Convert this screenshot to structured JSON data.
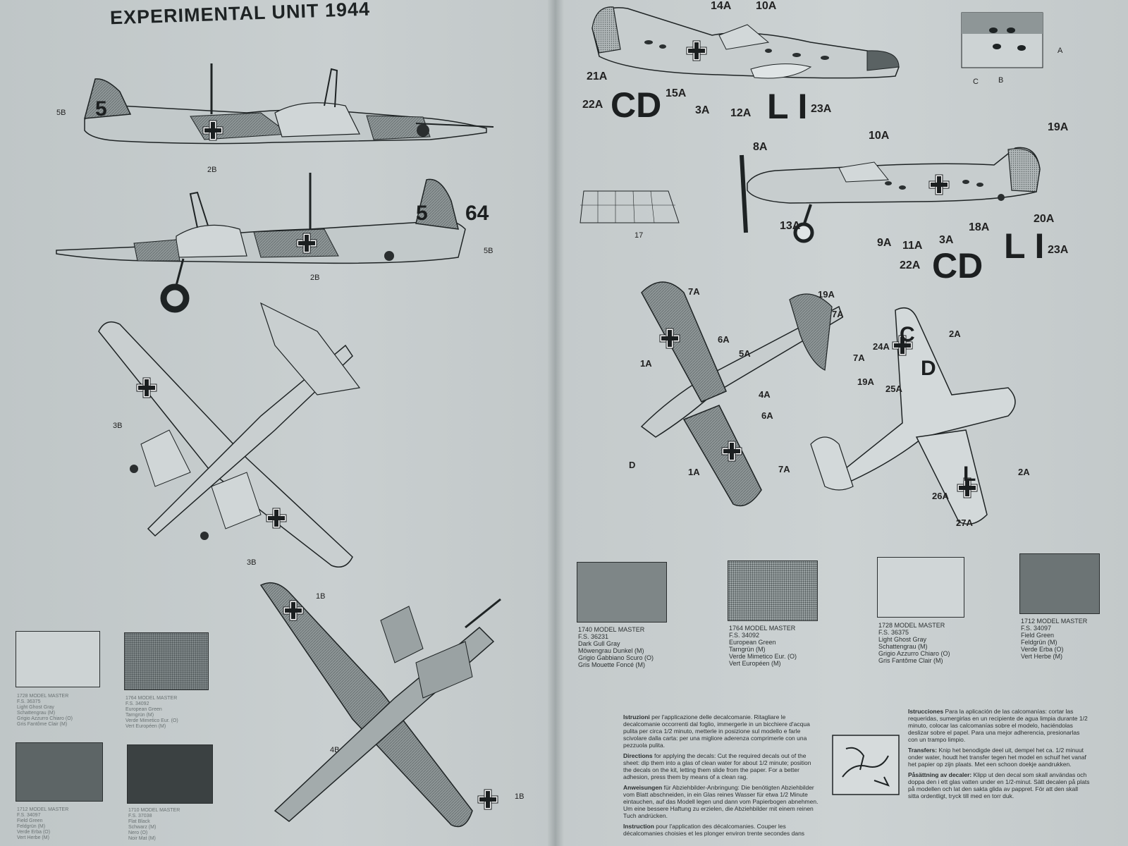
{
  "title": "EXPERIMENTAL UNIT 1944",
  "left_callouts": [
    "5B",
    "2B",
    "2B",
    "5B",
    "3B",
    "3B",
    "1B",
    "4B",
    "1B"
  ],
  "left_codes": {
    "tail_top": "5",
    "tail_bottom": "5",
    "code_bottom": "64"
  },
  "right_callouts": {
    "fig1": [
      "14A",
      "10A",
      "21A",
      "22A",
      "15A",
      "3A",
      "12A",
      "23A"
    ],
    "fig2": [
      "10A",
      "19A",
      "8A",
      "13A",
      "9A",
      "11A",
      "3A",
      "18A",
      "20A",
      "22A",
      "23A"
    ],
    "detail": "17",
    "inset": [
      "A",
      "B",
      "C"
    ],
    "plan_left": [
      "7A",
      "6A",
      "5A",
      "1A",
      "4A",
      "6A",
      "1A",
      "7A",
      "D"
    ],
    "plan_middle": [
      "19A",
      "7A",
      "7A",
      "19A"
    ],
    "plan_right": [
      "2A",
      "24A",
      "25A",
      "2A",
      "26A",
      "27A"
    ]
  },
  "right_codes": {
    "cd": "CD",
    "li": "L I"
  },
  "left_swatches": [
    {
      "lines": [
        "1728 MODEL MASTER",
        "F.S. 36375",
        "Light Ghost Gray",
        "Schattengrau (M)",
        "Grigio Azzurro Chiaro (O)",
        "Gris Fantôme Clair (M)"
      ],
      "color": "#cdd3d4"
    },
    {
      "lines": [
        "1764 MODEL MASTER",
        "F.S. 34092",
        "European Green",
        "Tarngrün (M)",
        "Verde Mimetico Eur. (O)",
        "Vert Européen (M)"
      ],
      "color": "#7f8788"
    },
    {
      "lines": [
        "1712 MODEL MASTER",
        "F.S. 34097",
        "Field Green",
        "Feldgrün (M)",
        "Verde Erba (O)",
        "Vert Herbe (M)"
      ],
      "color": "#5d6566"
    },
    {
      "lines": [
        "1710 MODEL MASTER",
        "F.S. 37038",
        "Flat Black",
        "Schwarz (M)",
        "Nero (O)",
        "Noir Mat (M)"
      ],
      "color": "#3b4142"
    }
  ],
  "right_swatches": [
    {
      "lines": [
        "1740 MODEL MASTER",
        "F.S. 36231",
        "Dark Gull Gray",
        "Möwengrau Dunkel (M)",
        "Grigio Gabbiano Scuro (O)",
        "Gris Mouette Foncé (M)"
      ],
      "color": "#7e8687"
    },
    {
      "lines": [
        "1764 MODEL MASTER",
        "F.S. 34092",
        "European Green",
        "Tarngrün (M)",
        "Verde Mimetico Eur. (O)",
        "Vert Européen (M)"
      ],
      "color": "#8a9293"
    },
    {
      "lines": [
        "1728 MODEL MASTER",
        "F.S. 36375",
        "Light Ghost Gray",
        "Schattengrau (M)",
        "Grigio Azzurro Chiaro (O)",
        "Gris Fantôme Clair (M)"
      ],
      "color": "#d0d6d7"
    },
    {
      "lines": [
        "1712 MODEL MASTER",
        "F.S. 34097",
        "Field Green",
        "Feldgrün (M)",
        "Verde Erba (O)",
        "Vert Herbe (M)"
      ],
      "color": "#6c7475"
    }
  ],
  "instructions_left": [
    {
      "head": "Istruzioni",
      "text": "per l'applicazione delle decalcomanie. Ritagliare le decalcomanie occorrenti dal foglio, immergerle in un bicchiere d'acqua pulita per circa 1/2 minuto, metterle in posizione sul modello e farle scivolare dalla carta: per una migliore aderenza comprimerle con una pezzuola pulita."
    },
    {
      "head": "Directions",
      "text": "for applying the decals: Cut the required decals out of the sheet: dip them into a glas of clean water for about 1/2 minute; position the decals on the kit, letting them slide from the paper. For a better adhesion, press them by means of a clean rag."
    },
    {
      "head": "Anweisungen",
      "text": "für Abziehbilder-Anbringung: Die benötigten Abziehbilder vom Blatt abschneiden, in ein Glas reines Wasser für etwa 1/2 Minute eintauchen, auf das Modell legen und dann vom Papierbogen abnehmen. Um eine bessere Haftung zu erzielen, die Abziehbilder mit einem reinen Tuch andrücken."
    },
    {
      "head": "Instruction",
      "text": "pour l'application des décalcomanies. Couper les décalcomanies choisies et les plonger environ trente secondes dans"
    }
  ],
  "instructions_right": [
    {
      "head": "Istrucciones",
      "text": "Para la aplicación de las calcomanías: cortar las requeridas, sumergirlas en un recipiente de agua limpia durante 1/2 minuto, colocar las calcomanías sobre el modelo, haciéndolas deslizar sobre el papel. Para una mejor adherencia, presionarlas con un trampo limpio."
    },
    {
      "head": "Transfers:",
      "text": "Knip het benodigde deel uit, dempel het ca. 1/2 minuut onder water, houdt het transfer tegen het model en schuif het vanaf het papier op zijn plaats. Met een schoon doekje aandrukken."
    },
    {
      "head": "Påsättning av decaler:",
      "text": "Klipp ut den decal som skall användas och doppa den i ett glas vatten under en 1/2-minut. Sätt decalen på plats på modellen och lat den sakta glida av pappret. För att den skall sitta ordentligt, tryck till med en torr duk."
    }
  ],
  "colors": {
    "ink": "#1e2324",
    "paper": "#c9cfd0"
  }
}
